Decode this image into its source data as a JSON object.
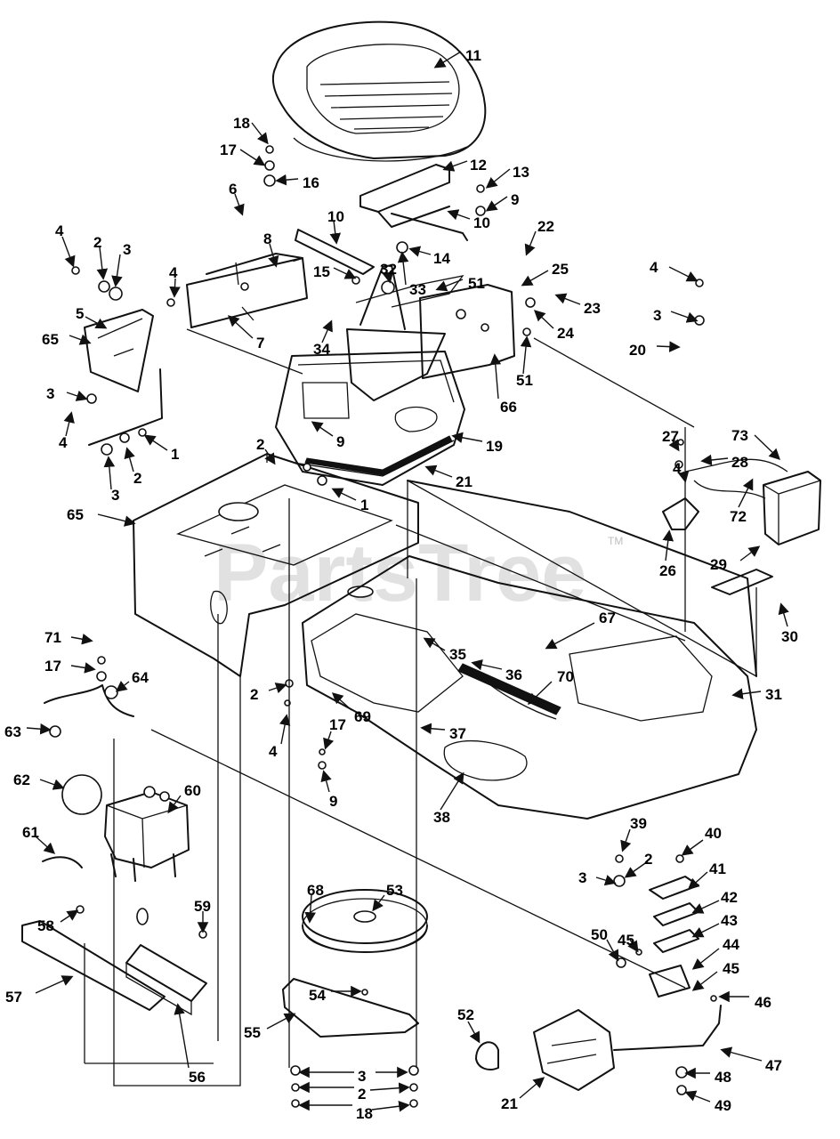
{
  "watermark": {
    "text": "PartsTree",
    "trademark": "TM"
  },
  "callouts": [
    {
      "id": "c11",
      "label": "11"
    },
    {
      "id": "c18a",
      "label": "18"
    },
    {
      "id": "c17a",
      "label": "17"
    },
    {
      "id": "c16",
      "label": "16"
    },
    {
      "id": "c12",
      "label": "12"
    },
    {
      "id": "c13",
      "label": "13"
    },
    {
      "id": "c9a",
      "label": "9"
    },
    {
      "id": "c6",
      "label": "6"
    },
    {
      "id": "c10a",
      "label": "10"
    },
    {
      "id": "c10b",
      "label": "10"
    },
    {
      "id": "c8",
      "label": "8"
    },
    {
      "id": "c14",
      "label": "14"
    },
    {
      "id": "c22",
      "label": "22"
    },
    {
      "id": "c4a",
      "label": "4"
    },
    {
      "id": "c2a",
      "label": "2"
    },
    {
      "id": "c3a",
      "label": "3"
    },
    {
      "id": "c4b",
      "label": "4"
    },
    {
      "id": "c15",
      "label": "15"
    },
    {
      "id": "c32",
      "label": "32"
    },
    {
      "id": "c33",
      "label": "33"
    },
    {
      "id": "c51a",
      "label": "51"
    },
    {
      "id": "c25",
      "label": "25"
    },
    {
      "id": "c4c",
      "label": "4"
    },
    {
      "id": "c23",
      "label": "23"
    },
    {
      "id": "c5",
      "label": "5"
    },
    {
      "id": "c7",
      "label": "7"
    },
    {
      "id": "c34",
      "label": "34"
    },
    {
      "id": "c24",
      "label": "24"
    },
    {
      "id": "c3b",
      "label": "3"
    },
    {
      "id": "c65a",
      "label": "65"
    },
    {
      "id": "c20",
      "label": "20"
    },
    {
      "id": "c51b",
      "label": "51"
    },
    {
      "id": "c66",
      "label": "66"
    },
    {
      "id": "c3c",
      "label": "3"
    },
    {
      "id": "c9b",
      "label": "9"
    },
    {
      "id": "c4d",
      "label": "4"
    },
    {
      "id": "c1a",
      "label": "1"
    },
    {
      "id": "c19",
      "label": "19"
    },
    {
      "id": "c27",
      "label": "27"
    },
    {
      "id": "c73",
      "label": "73"
    },
    {
      "id": "c2b",
      "label": "2"
    },
    {
      "id": "c28",
      "label": "28"
    },
    {
      "id": "c2c",
      "label": "2"
    },
    {
      "id": "c21a",
      "label": "21"
    },
    {
      "id": "c4e",
      "label": "4"
    },
    {
      "id": "c3d",
      "label": "3"
    },
    {
      "id": "c1b",
      "label": "1"
    },
    {
      "id": "c72",
      "label": "72"
    },
    {
      "id": "c65b",
      "label": "65"
    },
    {
      "id": "c26",
      "label": "26"
    },
    {
      "id": "c29",
      "label": "29"
    },
    {
      "id": "c30",
      "label": "30"
    },
    {
      "id": "c71",
      "label": "71"
    },
    {
      "id": "c67",
      "label": "67"
    },
    {
      "id": "c17b",
      "label": "17"
    },
    {
      "id": "c64",
      "label": "64"
    },
    {
      "id": "c35",
      "label": "35"
    },
    {
      "id": "c36",
      "label": "36"
    },
    {
      "id": "c70",
      "label": "70"
    },
    {
      "id": "c2d",
      "label": "2"
    },
    {
      "id": "c69",
      "label": "69"
    },
    {
      "id": "c31",
      "label": "31"
    },
    {
      "id": "c63",
      "label": "63"
    },
    {
      "id": "c4f",
      "label": "4"
    },
    {
      "id": "c17c",
      "label": "17"
    },
    {
      "id": "c37",
      "label": "37"
    },
    {
      "id": "c9c",
      "label": "9"
    },
    {
      "id": "c62",
      "label": "62"
    },
    {
      "id": "c60",
      "label": "60"
    },
    {
      "id": "c38",
      "label": "38"
    },
    {
      "id": "c61",
      "label": "61"
    },
    {
      "id": "c39",
      "label": "39"
    },
    {
      "id": "c40",
      "label": "40"
    },
    {
      "id": "c2e",
      "label": "2"
    },
    {
      "id": "c3e",
      "label": "3"
    },
    {
      "id": "c41",
      "label": "41"
    },
    {
      "id": "c68",
      "label": "68"
    },
    {
      "id": "c53",
      "label": "53"
    },
    {
      "id": "c59",
      "label": "59"
    },
    {
      "id": "c42",
      "label": "42"
    },
    {
      "id": "c58",
      "label": "58"
    },
    {
      "id": "c43",
      "label": "43"
    },
    {
      "id": "c50",
      "label": "50"
    },
    {
      "id": "c45a",
      "label": "45"
    },
    {
      "id": "c44",
      "label": "44"
    },
    {
      "id": "c57",
      "label": "57"
    },
    {
      "id": "c45b",
      "label": "45"
    },
    {
      "id": "c54",
      "label": "54"
    },
    {
      "id": "c46",
      "label": "46"
    },
    {
      "id": "c55",
      "label": "55"
    },
    {
      "id": "c52",
      "label": "52"
    },
    {
      "id": "c56",
      "label": "56"
    },
    {
      "id": "c47",
      "label": "47"
    },
    {
      "id": "c3f",
      "label": "3"
    },
    {
      "id": "c2f",
      "label": "2"
    },
    {
      "id": "c48",
      "label": "48"
    },
    {
      "id": "c21b",
      "label": "21"
    },
    {
      "id": "c18b",
      "label": "18"
    },
    {
      "id": "c49",
      "label": "49"
    }
  ]
}
